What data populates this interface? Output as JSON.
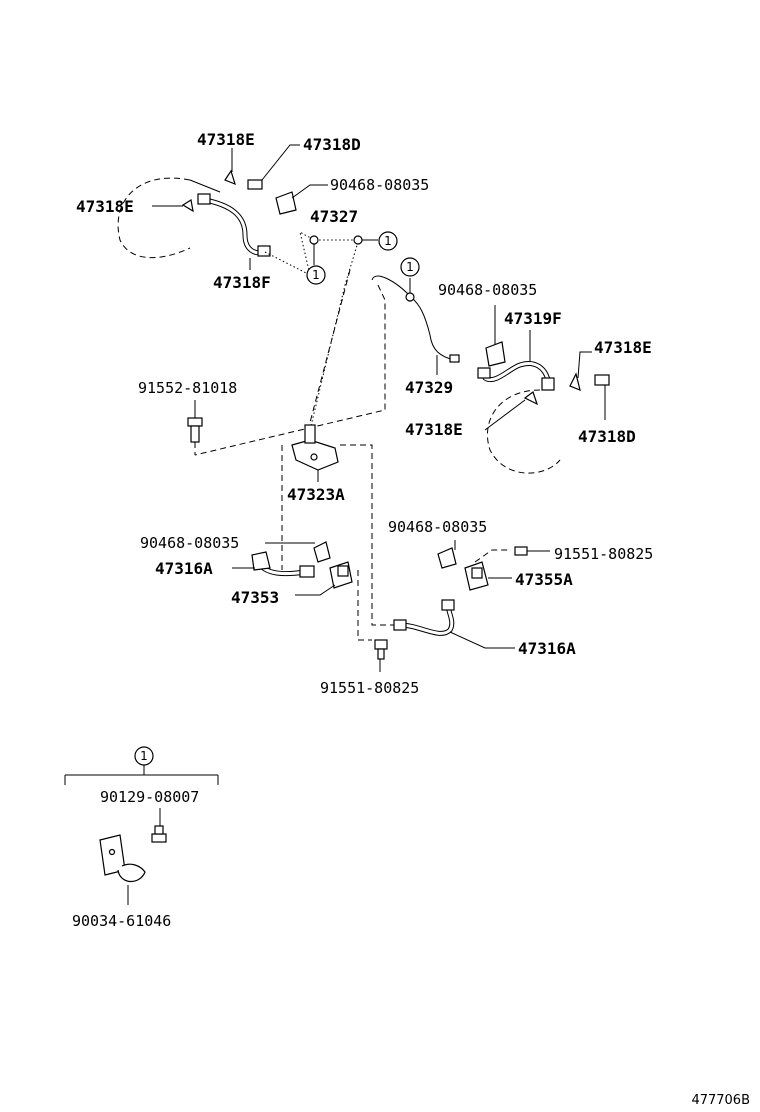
{
  "labels": {
    "p47318E_a": "47318E",
    "p47318D_a": "47318D",
    "p90468_a": "90468-08035",
    "p47318E_b": "47318E",
    "p47327": "47327",
    "p47318F_a": "47318F",
    "p90468_b": "90468-08035",
    "p47319F": "47319F",
    "p47318E_c": "47318E",
    "p91552": "91552-81018",
    "p47329": "47329",
    "p47318E_d": "47318E",
    "p47318D_b": "47318D",
    "p47323A": "47323A",
    "p90468_c": "90468-08035",
    "p91551_a": "91551-80825",
    "p90468_d": "90468-08035",
    "p47316A_a": "47316A",
    "p47355A": "47355A",
    "p47353": "47353",
    "p47316A_b": "47316A",
    "p91551_b": "91551-80825",
    "p90129": "90129-08007",
    "p90034": "90034-61046"
  },
  "ref_marker": "1",
  "diagram_code": "477706B"
}
